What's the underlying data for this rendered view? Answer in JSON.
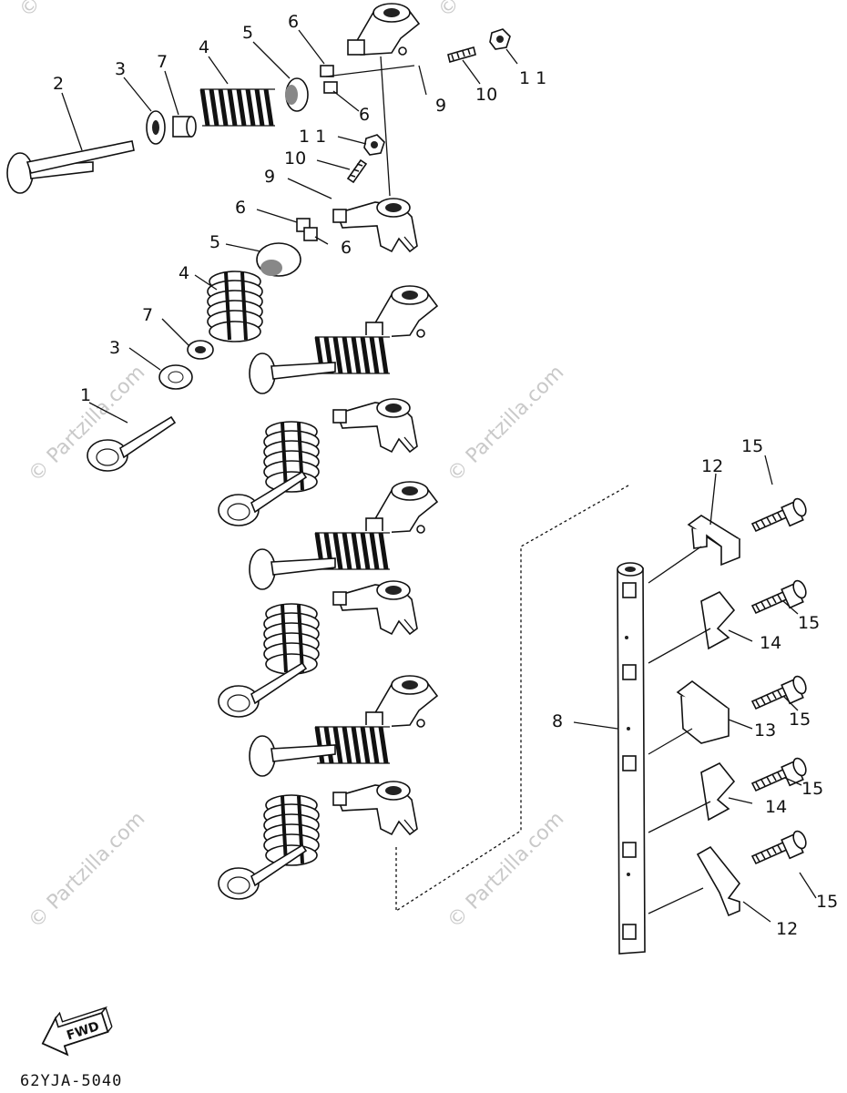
{
  "watermark": {
    "text": "© Partzilla.com",
    "color": "#c9c9c9"
  },
  "diagram_code": "62YJA-5040",
  "direction_label": "FWD",
  "callouts": [
    {
      "id": "c2a",
      "text": "2"
    },
    {
      "id": "c3a",
      "text": "3"
    },
    {
      "id": "c7a",
      "text": "7"
    },
    {
      "id": "c4a",
      "text": "4"
    },
    {
      "id": "c5a",
      "text": "5"
    },
    {
      "id": "c6a",
      "text": "6"
    },
    {
      "id": "c6b",
      "text": "6"
    },
    {
      "id": "c9a",
      "text": "9"
    },
    {
      "id": "c10a",
      "text": "10"
    },
    {
      "id": "c11a",
      "text": "1 1"
    },
    {
      "id": "c11b",
      "text": "1 1"
    },
    {
      "id": "c10b",
      "text": "10"
    },
    {
      "id": "c9b",
      "text": "9"
    },
    {
      "id": "c6c",
      "text": "6"
    },
    {
      "id": "c6d",
      "text": "6"
    },
    {
      "id": "c5b",
      "text": "5"
    },
    {
      "id": "c4b",
      "text": "4"
    },
    {
      "id": "c7b",
      "text": "7"
    },
    {
      "id": "c3b",
      "text": "3"
    },
    {
      "id": "c1",
      "text": "1"
    },
    {
      "id": "c15a",
      "text": "15"
    },
    {
      "id": "c12a",
      "text": "12"
    },
    {
      "id": "c15b",
      "text": "15"
    },
    {
      "id": "c14a",
      "text": "14"
    },
    {
      "id": "c15c",
      "text": "15"
    },
    {
      "id": "c8",
      "text": "8"
    },
    {
      "id": "c13",
      "text": "13"
    },
    {
      "id": "c15d",
      "text": "15"
    },
    {
      "id": "c14b",
      "text": "14"
    },
    {
      "id": "c15e",
      "text": "15"
    },
    {
      "id": "c12b",
      "text": "12"
    }
  ]
}
